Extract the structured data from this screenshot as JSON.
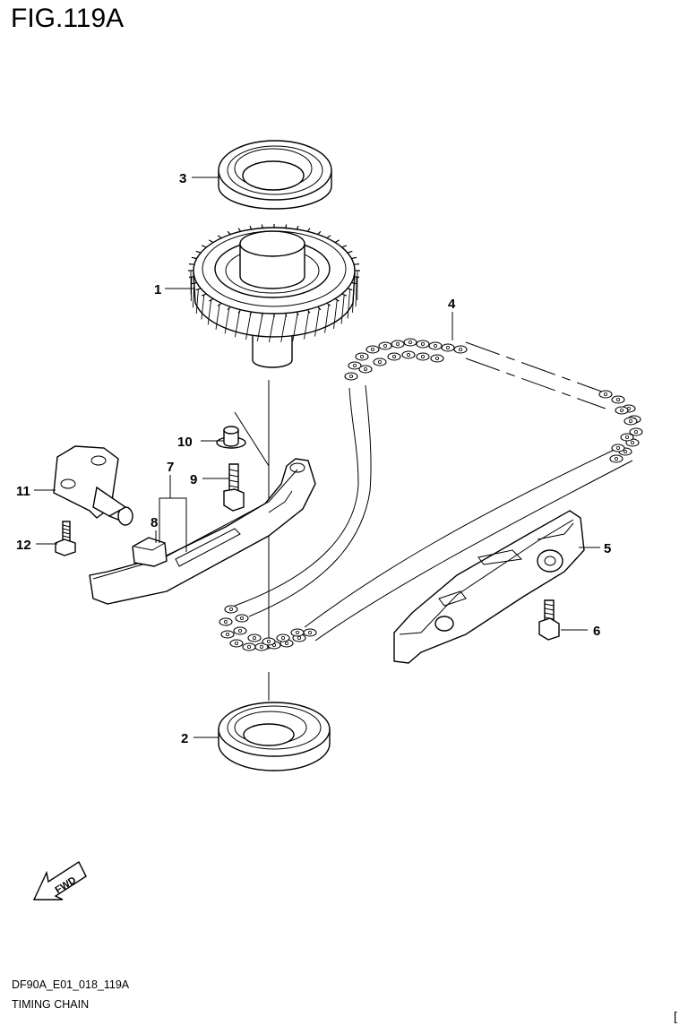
{
  "figure": {
    "title": "FIG.119A",
    "drawing_code": "DF90A_E01_018_119A",
    "caption": "TIMING CHAIN",
    "corner_mark": "["
  },
  "callouts": [
    "1",
    "2",
    "3",
    "4",
    "5",
    "6",
    "7",
    "8",
    "9",
    "10",
    "11",
    "12"
  ],
  "fwd_label": "FWD"
}
